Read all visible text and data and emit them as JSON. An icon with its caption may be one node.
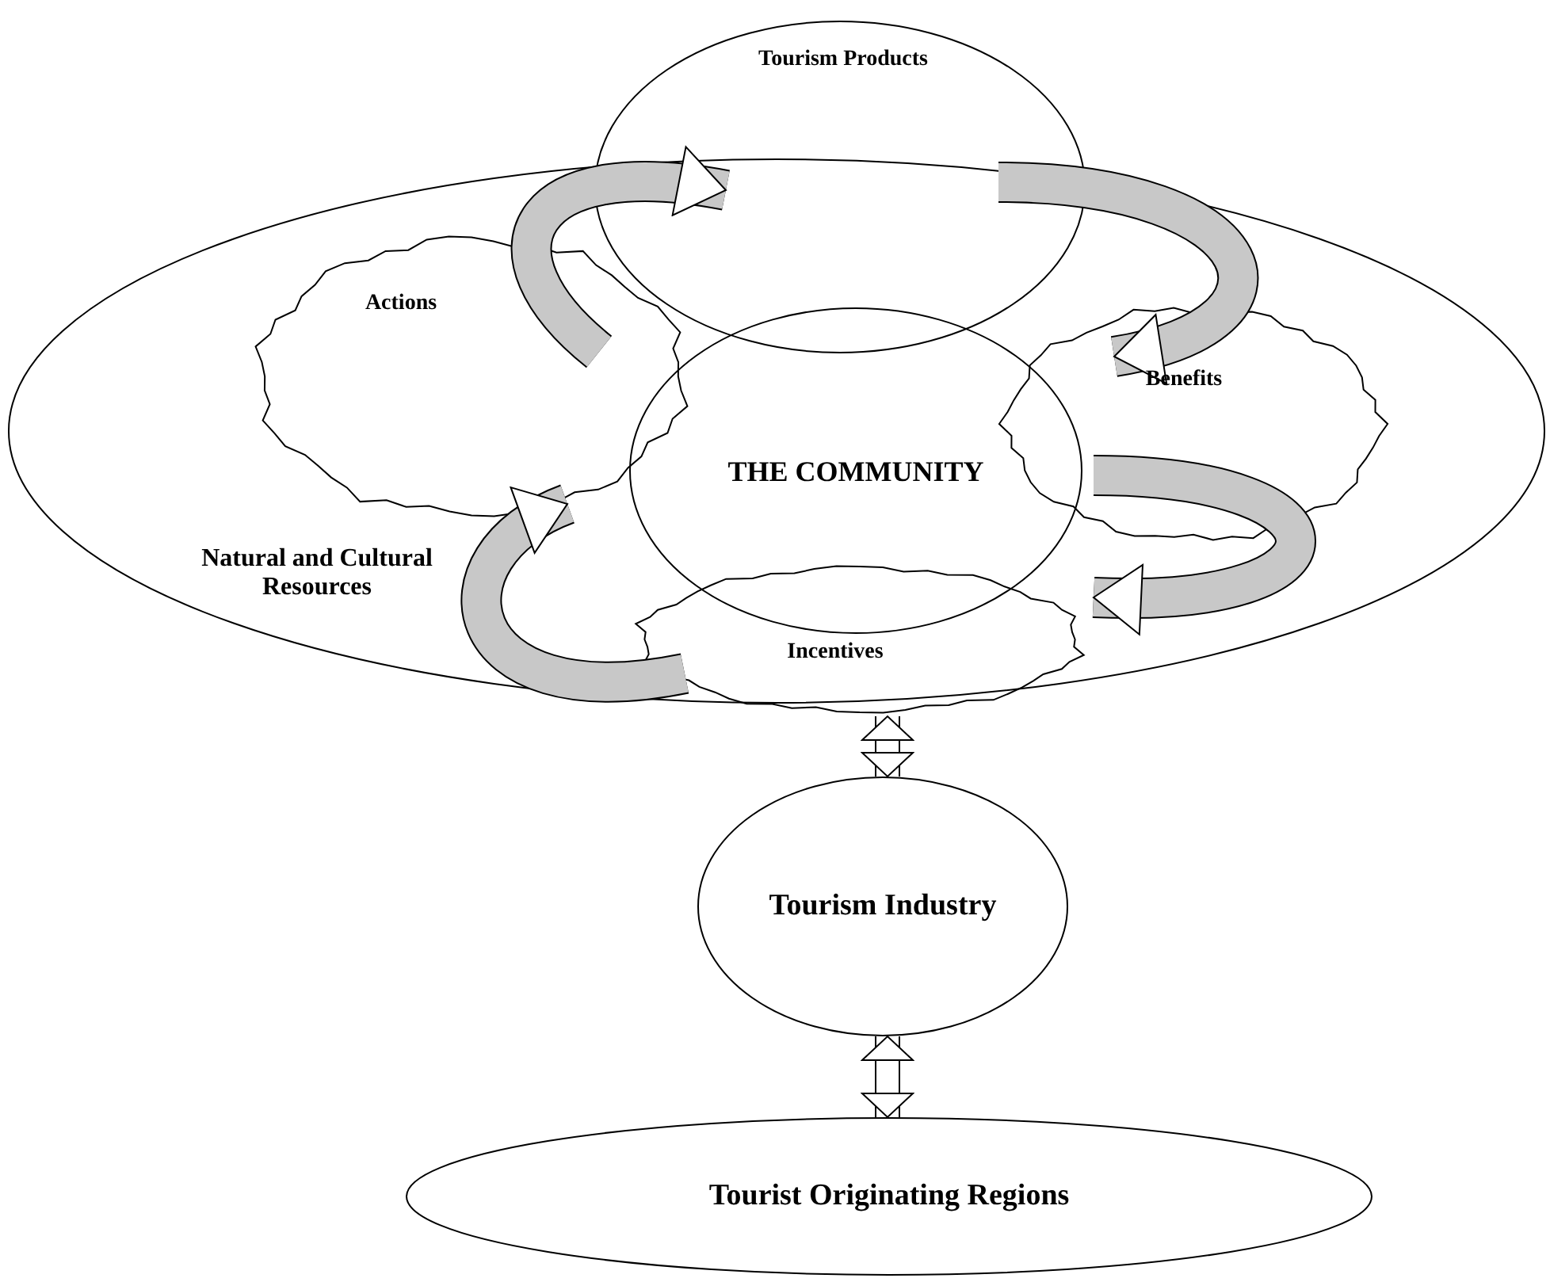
{
  "diagram": {
    "nodes": [
      {
        "text": [
          "Natural and Cultural Resources"
        ]
      },
      {
        "text": [
          "Tourism Products"
        ]
      },
      {
        "text": [
          "Actions"
        ],
        "in": 0
      },
      {
        "text": [
          "Benefits"
        ],
        "in": 0
      },
      {
        "text": [
          "THE COMMUNITY"
        ],
        "in": 0
      },
      {
        "text": [
          "Incentives"
        ]
      },
      {
        "text": [
          "Tourism Industry"
        ]
      },
      {
        "text": [
          "Tourist Originating Regions"
        ]
      }
    ],
    "edges": [
      {
        "from": 2,
        "to": 1,
        "arrow": "to"
      },
      {
        "from": 1,
        "to": 3,
        "arrow": "to"
      },
      {
        "from": 3,
        "to": 5,
        "arrow": "to"
      },
      {
        "from": 5,
        "to": 2,
        "arrow": "to"
      },
      {
        "from": 5,
        "to": 6,
        "arrow": "both"
      },
      {
        "from": 6,
        "to": 7,
        "arrow": "both"
      }
    ]
  }
}
